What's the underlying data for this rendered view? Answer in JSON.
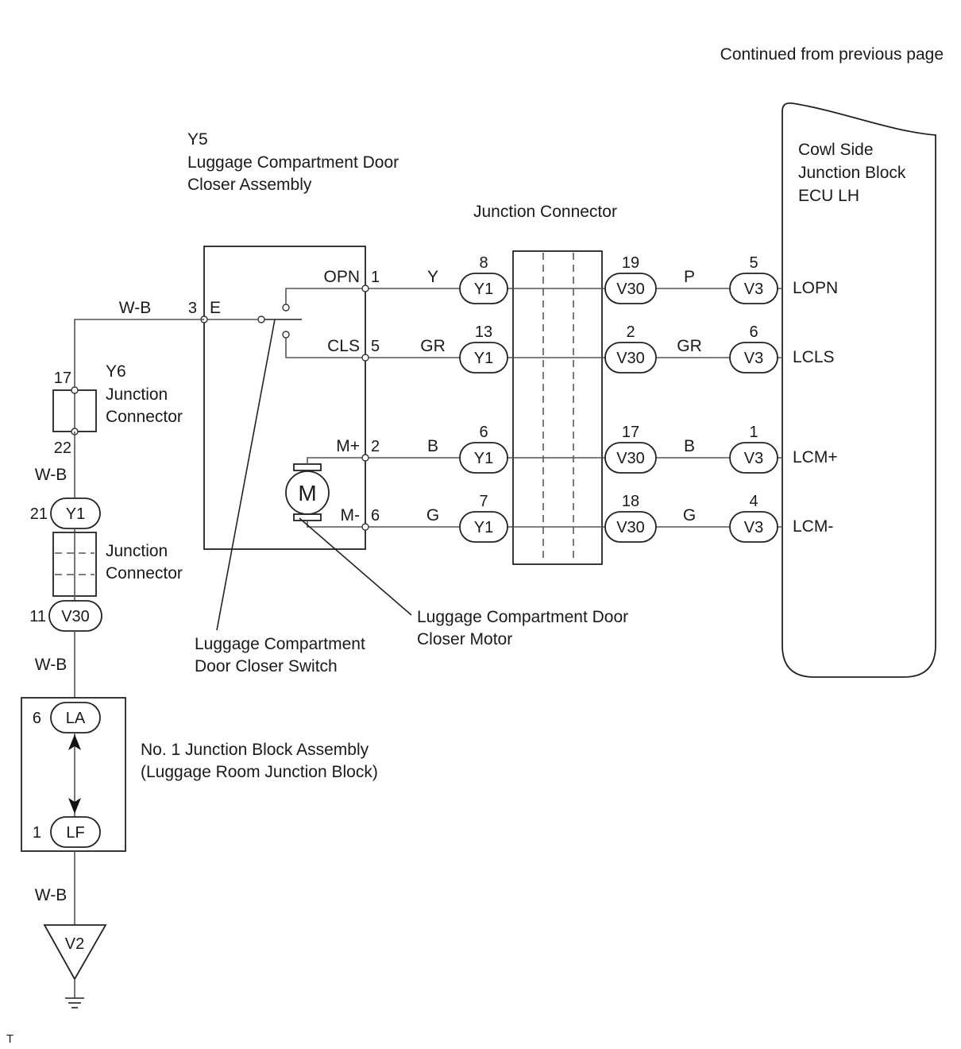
{
  "header": {
    "continued": "Continued from previous page",
    "footer_mark": "T"
  },
  "y5": {
    "code": "Y5",
    "name_line1": "Luggage Compartment Door",
    "name_line2": "Closer Assembly",
    "pin_opn": "OPN",
    "pin_cls": "CLS",
    "pin_mplus": "M+",
    "pin_mminus": "M-",
    "pin_e": "E",
    "motor_symbol": "M",
    "num_opn": "1",
    "num_cls": "5",
    "num_mplus": "2",
    "num_mminus": "6",
    "num_e": "3"
  },
  "junction_connector_center": {
    "label": "Junction Connector"
  },
  "ecu": {
    "line1": "Cowl Side",
    "line2": "Junction Block",
    "line3": "ECU LH",
    "terminals": [
      "LOPN",
      "LCLS",
      "LCM+",
      "LCM-"
    ]
  },
  "rows": [
    {
      "wire_left": "Y",
      "y1_pin": "8",
      "y1": "Y1",
      "v30_pin": "19",
      "v30": "V30",
      "wire_right": "P",
      "v3_pin": "5",
      "v3": "V3"
    },
    {
      "wire_left": "GR",
      "y1_pin": "13",
      "y1": "Y1",
      "v30_pin": "2",
      "v30": "V30",
      "wire_right": "GR",
      "v3_pin": "6",
      "v3": "V3"
    },
    {
      "wire_left": "B",
      "y1_pin": "6",
      "y1": "Y1",
      "v30_pin": "17",
      "v30": "V30",
      "wire_right": "B",
      "v3_pin": "1",
      "v3": "V3"
    },
    {
      "wire_left": "G",
      "y1_pin": "7",
      "y1": "Y1",
      "v30_pin": "18",
      "v30": "V30",
      "wire_right": "G",
      "v3_pin": "4",
      "v3": "V3"
    }
  ],
  "ground_path": {
    "wire_top": "W-B",
    "y6_code": "Y6",
    "y6_line1": "Junction",
    "y6_line2": "Connector",
    "y6_pin_top": "17",
    "y6_pin_bottom": "22",
    "wire_after_y6": "W-B",
    "y1_pin": "21",
    "y1": "Y1",
    "jc_line1": "Junction",
    "jc_line2": "Connector",
    "v30_pin": "11",
    "v30": "V30",
    "wire_after_jc": "W-B",
    "la_pin": "6",
    "la": "LA",
    "lf_pin": "1",
    "lf": "LF",
    "block_line1": "No. 1 Junction Block Assembly",
    "block_line2": "(Luggage Room Junction Block)",
    "wire_to_ground": "W-B",
    "ground_code": "V2"
  },
  "callouts": {
    "switch_line1": "Luggage Compartment",
    "switch_line2": "Door Closer Switch",
    "motor_line1": "Luggage Compartment Door",
    "motor_line2": "Closer Motor"
  }
}
